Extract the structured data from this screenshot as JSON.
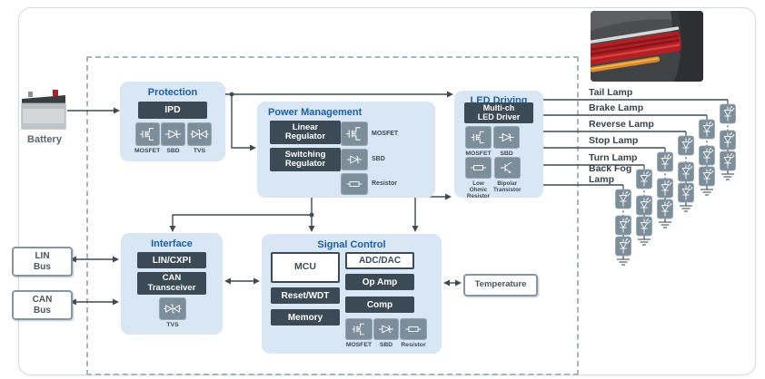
{
  "card": {
    "battery_label": "Battery",
    "blocks": {
      "protection": {
        "title": "Protection",
        "chips": [
          "IPD"
        ],
        "components": [
          "MOSFET",
          "SBD",
          "TVS"
        ]
      },
      "power_management": {
        "title": "Power Management",
        "chips": [
          "Linear\nRegulator",
          "Switching\nRegulator"
        ],
        "components": [
          "MOSFET",
          "SBD",
          "Resistor"
        ]
      },
      "led_driving": {
        "title": "LED Driving",
        "chips": [
          "Multi-ch\nLED Driver"
        ],
        "components": [
          "MOSFET",
          "SBD",
          "Low\nOhmic\nResistor",
          "Bipolar\nTransistor"
        ]
      },
      "interface": {
        "title": "Interface",
        "chips": [
          "LIN/CXPI",
          "CAN\nTransceiver"
        ],
        "components": [
          "TVS"
        ]
      },
      "signal_control": {
        "title": "Signal Control",
        "white_chips": [
          "MCU",
          "ADC/DAC"
        ],
        "chips": [
          "Reset/WDT",
          "Memory",
          "Op Amp",
          "Comp"
        ],
        "components": [
          "MOSFET",
          "SBD",
          "Resistor"
        ]
      }
    },
    "external": {
      "bus_boxes": [
        "LIN\nBus",
        "CAN\nBus"
      ],
      "temperature": "Temperature"
    },
    "lamps": [
      "Tail Lamp",
      "Brake Lamp",
      "Reverse Lamp",
      "Stop Lamp",
      "Turn Lamp",
      "Back Fog\nLamp"
    ]
  },
  "colors": {
    "title_blue": "#1a5fa8",
    "block_bg": "#d9e6f3",
    "chip_dark": "#3b4a54",
    "icon_tile": "#7d8e9b",
    "wire": "#3f4a52",
    "tail_lamp_red": "#b02025",
    "tail_lamp_amber": "#d98a2b"
  }
}
